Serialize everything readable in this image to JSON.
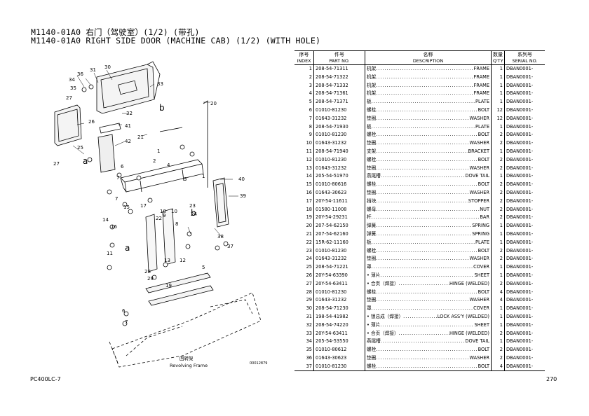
{
  "title": {
    "line1": "M1140-01A0 右门（驾驶室）(1/2) (带孔)",
    "line2": "M1140-01A0 RIGHT SIDE DOOR (MACHINE CAB) (1/2) (WITH HOLE)"
  },
  "table": {
    "headers_cn": [
      "序号",
      "件号",
      "名称",
      "数量",
      "系列号"
    ],
    "headers_en": [
      "INDEX",
      "PART NO.",
      "DESCRIPTION",
      "Q'TY",
      "SERIAL NO."
    ],
    "rows": [
      {
        "index": "1",
        "part": "208-54-71311",
        "cn": "机架",
        "en": "FRAME",
        "qty": "1",
        "serial": "DBAN0001-"
      },
      {
        "index": "2",
        "part": "208-54-71322",
        "cn": "机架",
        "en": "FRAME",
        "qty": "1",
        "serial": "DBAN0001-"
      },
      {
        "index": "3",
        "part": "208-54-71332",
        "cn": "机架",
        "en": "FRAME",
        "qty": "1",
        "serial": "DBAN0001-"
      },
      {
        "index": "4",
        "part": "208-54-71361",
        "cn": "机架",
        "en": "FRAME",
        "qty": "1",
        "serial": "DBAN0001-"
      },
      {
        "index": "5",
        "part": "208-54-71371",
        "cn": "板",
        "en": "PLATE",
        "qty": "1",
        "serial": "DBAN0001-"
      },
      {
        "index": "6",
        "part": "01010-81230",
        "cn": "螺栓",
        "en": "BOLT",
        "qty": "12",
        "serial": "DBAN0001-"
      },
      {
        "index": "7",
        "part": "01643-31232",
        "cn": "垫圈",
        "en": "WASHER",
        "qty": "12",
        "serial": "DBAN0001-"
      },
      {
        "index": "8",
        "part": "208-54-71930",
        "cn": "板",
        "en": "PLATE",
        "qty": "1",
        "serial": "DBAN0001-"
      },
      {
        "index": "9",
        "part": "01010-81230",
        "cn": "螺栓",
        "en": "BOLT",
        "qty": "2",
        "serial": "DBAN0001-"
      },
      {
        "index": "10",
        "part": "01643-31232",
        "cn": "垫圈",
        "en": "WASHER",
        "qty": "2",
        "serial": "DBAN0001-"
      },
      {
        "index": "11",
        "part": "208-54-71940",
        "cn": "支架",
        "en": "BRACKET",
        "qty": "1",
        "serial": "DBAN0001-"
      },
      {
        "index": "12",
        "part": "01010-81230",
        "cn": "螺栓",
        "en": "BOLT",
        "qty": "2",
        "serial": "DBAN0001-"
      },
      {
        "index": "13",
        "part": "01643-31232",
        "cn": "垫圈",
        "en": "WASHER",
        "qty": "2",
        "serial": "DBAN0001-"
      },
      {
        "index": "14",
        "part": "205-54-51970",
        "cn": "燕尾槽",
        "en": "DOVE TAIL",
        "qty": "1",
        "serial": "DBAN0001-"
      },
      {
        "index": "15",
        "part": "01010-80616",
        "cn": "螺栓",
        "en": "BOLT",
        "qty": "2",
        "serial": "DBAN0001-"
      },
      {
        "index": "16",
        "part": "01643-30623",
        "cn": "垫圈",
        "en": "WASHER",
        "qty": "2",
        "serial": "DBAN0001-"
      },
      {
        "index": "17",
        "part": "20Y-54-11611",
        "cn": "挡块",
        "en": "STOPPER",
        "qty": "2",
        "serial": "DBAN0001-"
      },
      {
        "index": "18",
        "part": "01580-11008",
        "cn": "螺母",
        "en": "NUT",
        "qty": "2",
        "serial": "DBAN0001-"
      },
      {
        "index": "19",
        "part": "20Y-54-29231",
        "cn": "杆",
        "en": "BAR",
        "qty": "2",
        "serial": "DBAN0001-"
      },
      {
        "index": "20",
        "part": "207-54-62150",
        "cn": "弹簧",
        "en": "SPRING",
        "qty": "1",
        "serial": "DBAN0001-"
      },
      {
        "index": "21",
        "part": "207-54-62160",
        "cn": "弹簧",
        "en": "SPRING",
        "qty": "1",
        "serial": "DBAN0001-"
      },
      {
        "index": "22",
        "part": "15R-62-11160",
        "cn": "板",
        "en": "PLATE",
        "qty": "1",
        "serial": "DBAN0001-"
      },
      {
        "index": "23",
        "part": "01010-81230",
        "cn": "螺栓",
        "en": "BOLT",
        "qty": "2",
        "serial": "DBAN0001-"
      },
      {
        "index": "24",
        "part": "01643-31232",
        "cn": "垫圈",
        "en": "WASHER",
        "qty": "2",
        "serial": "DBAN0001-"
      },
      {
        "index": "25",
        "part": "208-54-71221",
        "cn": "罩",
        "en": "COVER",
        "qty": "1",
        "serial": "DBAN0001-"
      },
      {
        "index": "26",
        "part": "20Y-54-63390",
        "cn": "• 薄片",
        "en": "SHEET",
        "qty": "1",
        "serial": "DBAN0001-"
      },
      {
        "index": "27",
        "part": "20Y-54-63411",
        "cn": "• 合页（焊接）",
        "en": "HINGE (WELDED)",
        "qty": "2",
        "serial": "DBAN0001-"
      },
      {
        "index": "28",
        "part": "01010-81230",
        "cn": "螺栓",
        "en": "BOLT",
        "qty": "4",
        "serial": "DBAN0001-"
      },
      {
        "index": "29",
        "part": "01643-31232",
        "cn": "垫圈",
        "en": "WASHER",
        "qty": "4",
        "serial": "DBAN0001-"
      },
      {
        "index": "30",
        "part": "208-54-71230",
        "cn": "罩",
        "en": "COVER",
        "qty": "1",
        "serial": "DBAN0001-"
      },
      {
        "index": "31",
        "part": "198-54-41982",
        "cn": "• 锁总成（焊接）",
        "en": "LOCK ASS'Y (WELDED)",
        "qty": "1",
        "serial": "DBAN0001-"
      },
      {
        "index": "32",
        "part": "208-54-74220",
        "cn": "• 薄片",
        "en": "SHEET",
        "qty": "1",
        "serial": "DBAN0001-"
      },
      {
        "index": "33",
        "part": "20Y-54-63411",
        "cn": "• 合页（焊接）",
        "en": "HINGE (WELDED)",
        "qty": "2",
        "serial": "DBAN0001-"
      },
      {
        "index": "34",
        "part": "205-54-53550",
        "cn": "燕尾槽",
        "en": "DOVE TAIL",
        "qty": "1",
        "serial": "DBAN0001-"
      },
      {
        "index": "35",
        "part": "01010-80612",
        "cn": "螺栓",
        "en": "BOLT",
        "qty": "2",
        "serial": "DBAN0001-"
      },
      {
        "index": "36",
        "part": "01643-30623",
        "cn": "垫圈",
        "en": "WASHER",
        "qty": "2",
        "serial": "DBAN0001-"
      },
      {
        "index": "37",
        "part": "01010-81230",
        "cn": "螺栓",
        "en": "BOLT",
        "qty": "4",
        "serial": "DBAN0001-"
      }
    ]
  },
  "diagram": {
    "callouts": [
      "30",
      "31",
      "36",
      "34",
      "35",
      "27",
      "33",
      "26",
      "32",
      "41",
      "42",
      "25",
      "b",
      "a",
      "20",
      "21",
      "1",
      "6",
      "7",
      "2",
      "4",
      "3",
      "40",
      "39",
      "15",
      "14",
      "16",
      "17",
      "11",
      "22",
      "18",
      "9",
      "10",
      "8",
      "23",
      "b",
      "38",
      "37",
      "a",
      "13",
      "12",
      "28",
      "29",
      "24",
      "5",
      "19",
      "6",
      "7"
    ],
    "caption_cn": "回转架",
    "caption_en": "Revolving Frame",
    "drawing_no": "00012879"
  },
  "footer": {
    "model": "PC400LC-7",
    "page": "270"
  }
}
